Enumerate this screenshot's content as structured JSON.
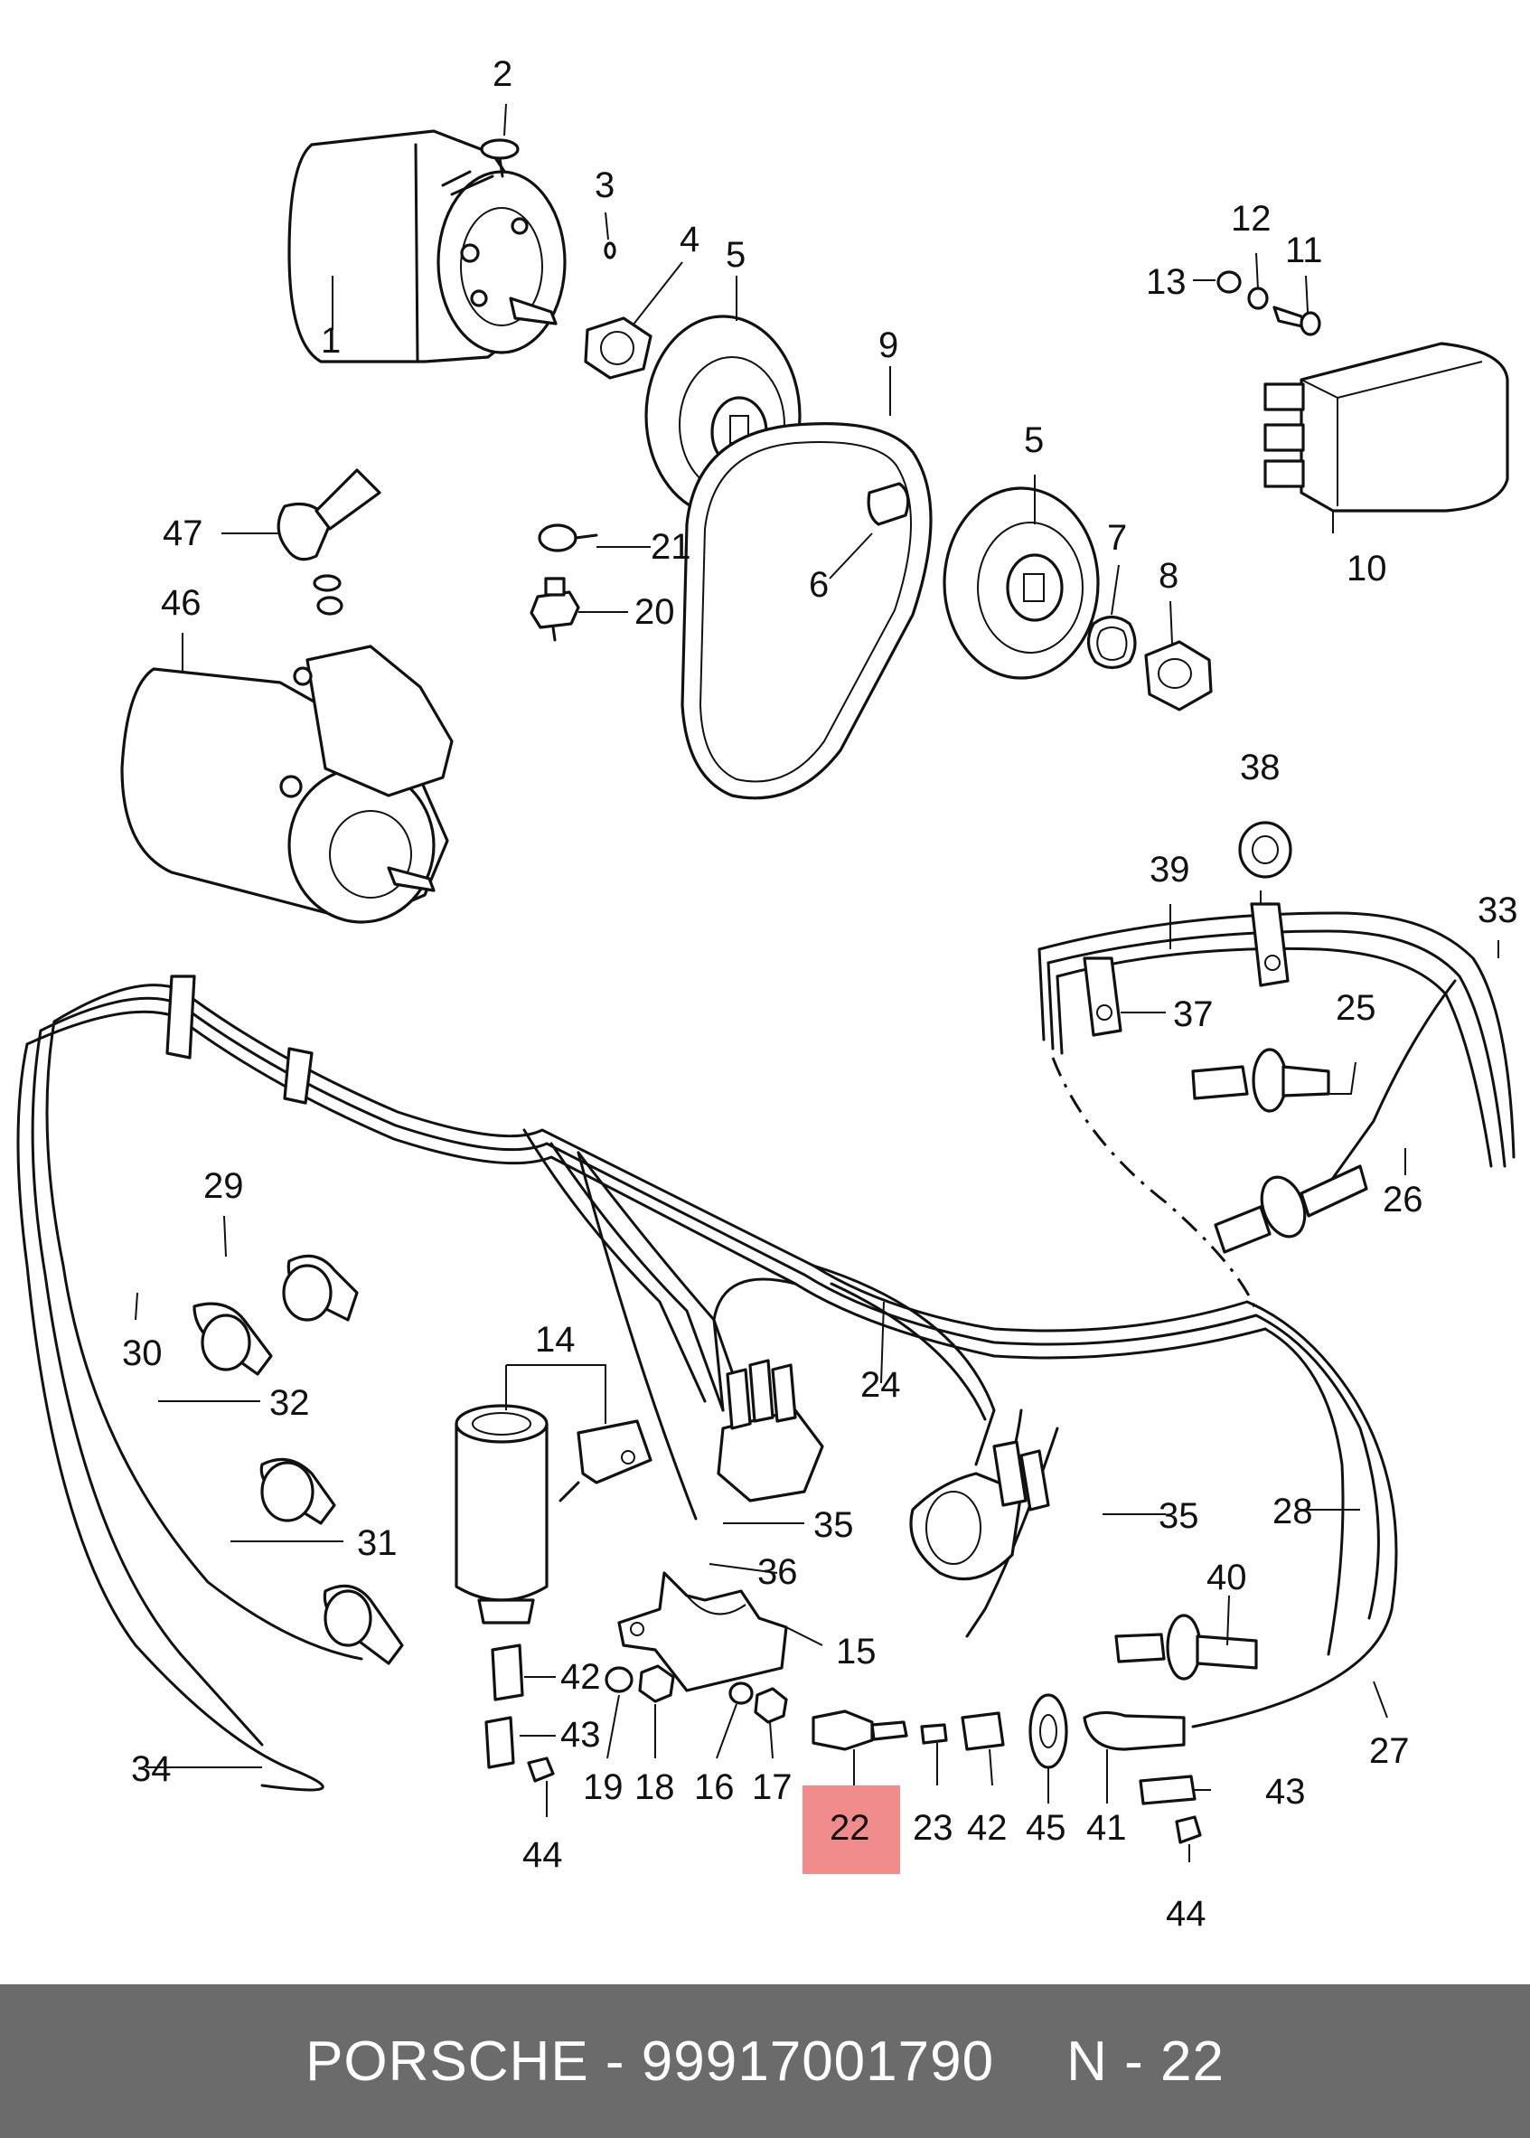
{
  "colors": {
    "line": "#111111",
    "highlight": "#f08c8c",
    "footer_bg": "#6b6b6b",
    "footer_text": "#ffffff"
  },
  "highlighted_part": "22",
  "callouts": [
    "1",
    "2",
    "3",
    "4",
    "5",
    "5",
    "6",
    "7",
    "8",
    "9",
    "10",
    "11",
    "12",
    "13",
    "14",
    "15",
    "16",
    "17",
    "18",
    "19",
    "20",
    "21",
    "22",
    "23",
    "24",
    "25",
    "26",
    "27",
    "28",
    "29",
    "30",
    "31",
    "32",
    "33",
    "34",
    "35",
    "35",
    "36",
    "37",
    "38",
    "39",
    "40",
    "41",
    "42",
    "42",
    "43",
    "43",
    "44",
    "44",
    "45",
    "46",
    "47"
  ],
  "footer": {
    "brand": "PORSCHE",
    "separator": "-",
    "part_number": "99917001790",
    "diagram_ref": "N - 22"
  }
}
